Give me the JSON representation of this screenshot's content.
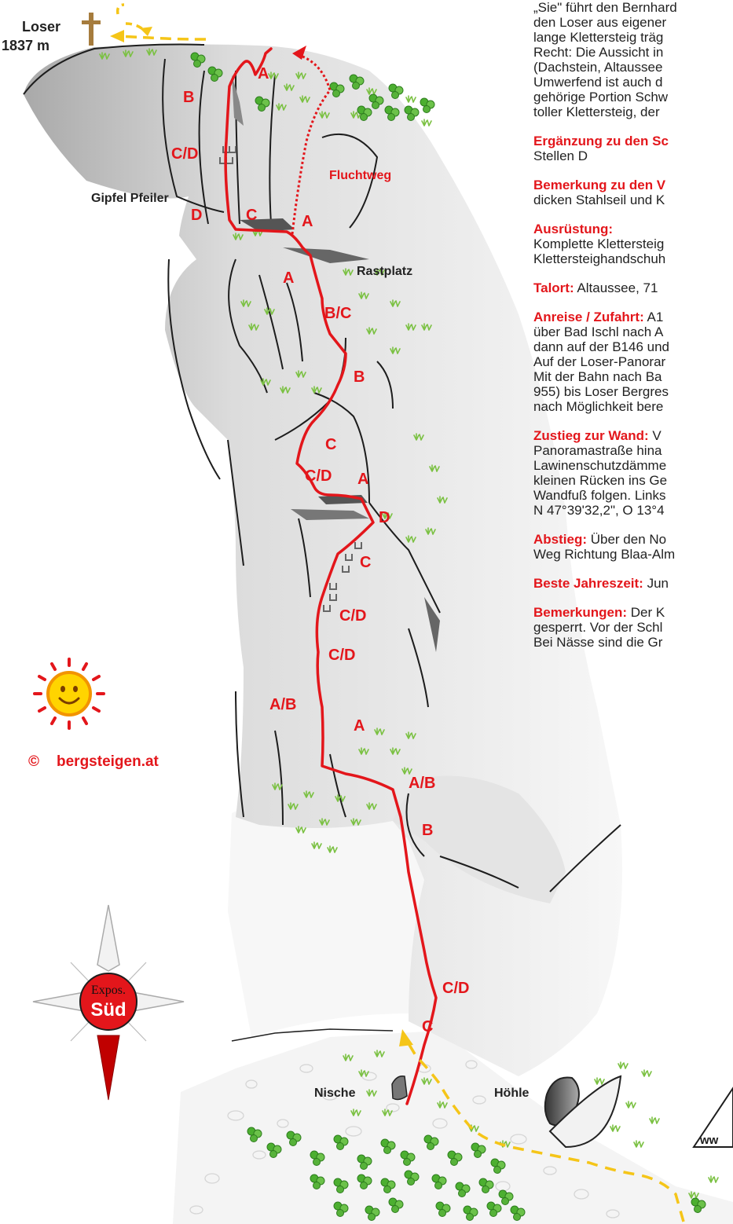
{
  "summit": {
    "name": "Loser",
    "altitude": "1837 m"
  },
  "labels": {
    "gipfel_pfeiler": "Gipfel Pfeiler",
    "fluchtweg": "Fluchtweg",
    "rastplatz": "Rastplatz",
    "nische": "Nische",
    "hoehle": "Höhle"
  },
  "grades": [
    "A",
    "B",
    "C/D",
    "D",
    "C",
    "A",
    "A",
    "B/C",
    "B",
    "C",
    "C/D",
    "A",
    "D",
    "C",
    "C/D",
    "C/D",
    "A/B",
    "A",
    "A/B",
    "B",
    "C/D",
    "C"
  ],
  "copyright": {
    "symbol": "©",
    "site": "bergsteigen.at"
  },
  "compass": {
    "line1": "Expos.",
    "line2": "Süd"
  },
  "logo_text": "ww",
  "colors": {
    "route": "#e3161b",
    "approach": "#f5c518",
    "grass": "#7bc143",
    "rock": "#dcdcdc",
    "cross": "#a67c3d"
  },
  "text": {
    "intro_lines": [
      "„Sie\" führt den Bernhard",
      "den Loser aus eigener",
      "lange Klettersteig träg",
      "Recht: Die Aussicht in",
      "(Dachstein, Altaussee",
      "Umwerfend ist auch d",
      "gehörige Portion Schw",
      "toller Klettersteig, der"
    ],
    "sections": [
      {
        "label": "Ergänzung zu den Sc",
        "lines": [
          "Stellen D"
        ]
      },
      {
        "label": "Bemerkung zu den V",
        "lines": [
          "dicken Stahlseil und K"
        ]
      },
      {
        "label": "Ausrüstung:",
        "lines": [
          "Komplette Klettersteig",
          "Klettersteighandschuh"
        ]
      },
      {
        "label": " Talort:",
        "first": " Altaussee, 71",
        "lines": []
      },
      {
        "label": "Anreise / Zufahrt:",
        "first": " A1",
        "lines": [
          "über Bad Ischl nach A",
          "dann auf der B146 und",
          "Auf der Loser-Panorar",
          "Mit der Bahn nach Ba",
          "955) bis Loser Bergres",
          "nach Möglichkeit bere"
        ]
      },
      {
        "label": " Zustieg zur Wand:",
        "first": " V",
        "lines": [
          "Panoramastraße hina",
          "Lawinenschutzdämme",
          "kleinen Rücken ins Ge",
          "Wandfuß folgen. Links",
          "N 47°39'32,2\", O 13°4"
        ]
      },
      {
        "label": "Abstieg:",
        "first": " Über den No",
        "lines": [
          "Weg Richtung Blaa-Alm"
        ]
      },
      {
        "label": "Beste Jahreszeit:",
        "first": " Jun",
        "lines": []
      },
      {
        "label": "Bemerkungen:",
        "first": " Der K",
        "lines": [
          "gesperrt. Vor der Schl",
          "Bei Nässe sind die Gr"
        ]
      }
    ]
  }
}
